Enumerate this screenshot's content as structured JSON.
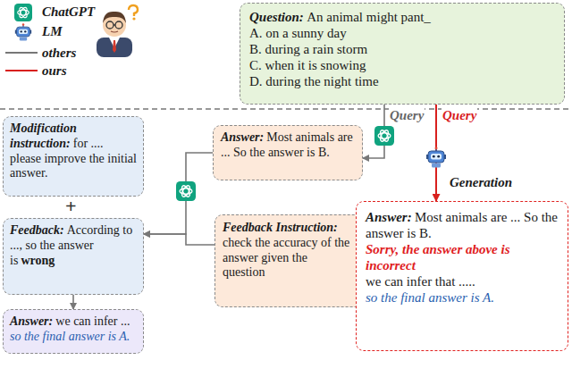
{
  "diagram": {
    "nodes": [
      {
        "text": [
          "Question:",
          "An animal might pant_",
          "A. on a sunny day",
          "B. during a rain storm",
          "C. when it is snowing",
          "D. during the night time"
        ]
      },
      {
        "text": [
          "Modification instruction:",
          "for .... please improve the initial answer."
        ]
      },
      {
        "text": [
          "Feedback:",
          "According to ..., so the answer is",
          "wrong"
        ]
      },
      {
        "text": [
          "Answer:",
          "we can infer ...",
          "so the final answer is A."
        ]
      },
      {
        "text": [
          "Answer:",
          "Most animals are ... So the answer is B."
        ]
      },
      {
        "text": [
          "Feedback Instruction:",
          "check the accuracy of the answer given the question"
        ]
      },
      {
        "text": [
          "Answer:",
          "Most animals are ... So the answer is B.",
          "Sorry, the answer above is incorrect",
          "we can infer that .....",
          "so the final answer is A."
        ]
      }
    ],
    "edges": [
      {
        "from": 0,
        "to": 4,
        "arrow": "to",
        "label": "Query"
      },
      {
        "from": 0,
        "to": 6,
        "arrow": "to",
        "label": "Query"
      },
      {
        "from": 4,
        "to": 2,
        "arrow": "to"
      },
      {
        "from": 5,
        "to": 2,
        "arrow": "to"
      },
      {
        "from": 2,
        "to": 3,
        "arrow": "to"
      }
    ],
    "labels": [
      "+",
      "Generation"
    ],
    "legend": [
      {
        "text": "ChatGPT"
      },
      {
        "text": "LM"
      },
      {
        "text": "others"
      },
      {
        "text": "ours"
      }
    ]
  }
}
